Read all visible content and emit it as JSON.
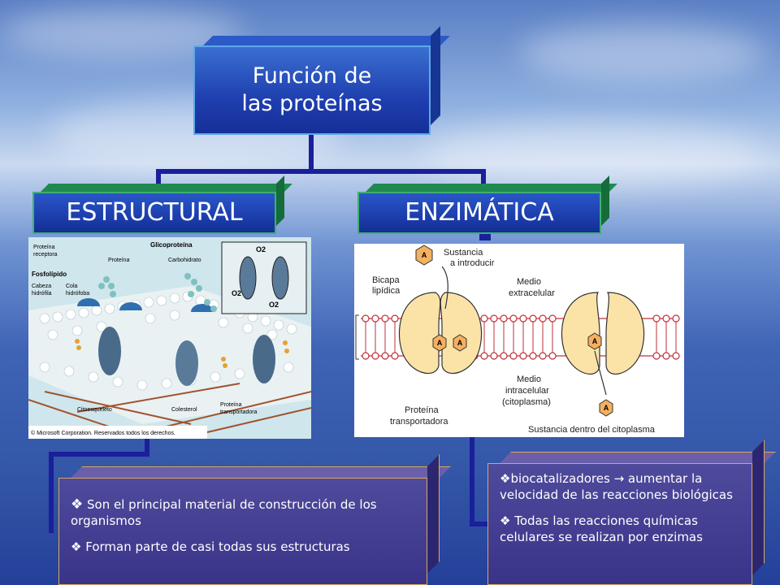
{
  "root": {
    "line1": "Función de",
    "line2": "las proteínas"
  },
  "categories": {
    "left": "ESTRUCTURAL",
    "right": "ENZIMÁTICA"
  },
  "membrane_image": {
    "labels": {
      "glicoproteina": "Glicoproteína",
      "proteina_receptora_1": "Proteína",
      "proteina_receptora_2": "receptora",
      "proteina": "Proteína",
      "carbohidrato": "Carbohidrato",
      "fosfolipido": "Fosfolípido",
      "cabeza_1": "Cabeza",
      "cabeza_2": "hidrófila",
      "cola_1": "Cola",
      "cola_2": "hidrófoba",
      "citoesqueleto": "Citoesqueleto",
      "colesterol": "Colesterol",
      "proteina_transportadora_1": "Proteína",
      "proteina_transportadora_2": "transportadora",
      "copyright": "© Microsoft Corporation. Reservados todos los derechos.",
      "o2": "O2"
    }
  },
  "transport_image": {
    "labels": {
      "sustancia_1": "Sustancia",
      "sustancia_2": "a introducir",
      "bicapa_1": "Bicapa",
      "bicapa_2": "lipídica",
      "medio_ext_1": "Medio",
      "medio_ext_2": "extracelular",
      "medio_int_1": "Medio",
      "medio_int_2": "intracelular",
      "medio_int_3": "(citoplasma)",
      "proteina_1": "Proteína",
      "proteina_2": "transportadora",
      "sustancia_dentro": "Sustancia dentro del citoplasma",
      "a": "A"
    }
  },
  "structural_text": {
    "item1": "Son el principal material de construcción de los organismos",
    "item2": "Forman parte de casi todas sus estructuras"
  },
  "enzymatic_text": {
    "item1": "biocatalizadores → aumentar la velocidad de las reacciones biológicas",
    "item2": "Todas las reacciones químicas celulares se realizan por enzimas"
  },
  "bullet": "❖",
  "colors": {
    "box_blue": "#1f3fb0",
    "connector": "#1a1f9a",
    "text_box_border": "#d8a860"
  }
}
